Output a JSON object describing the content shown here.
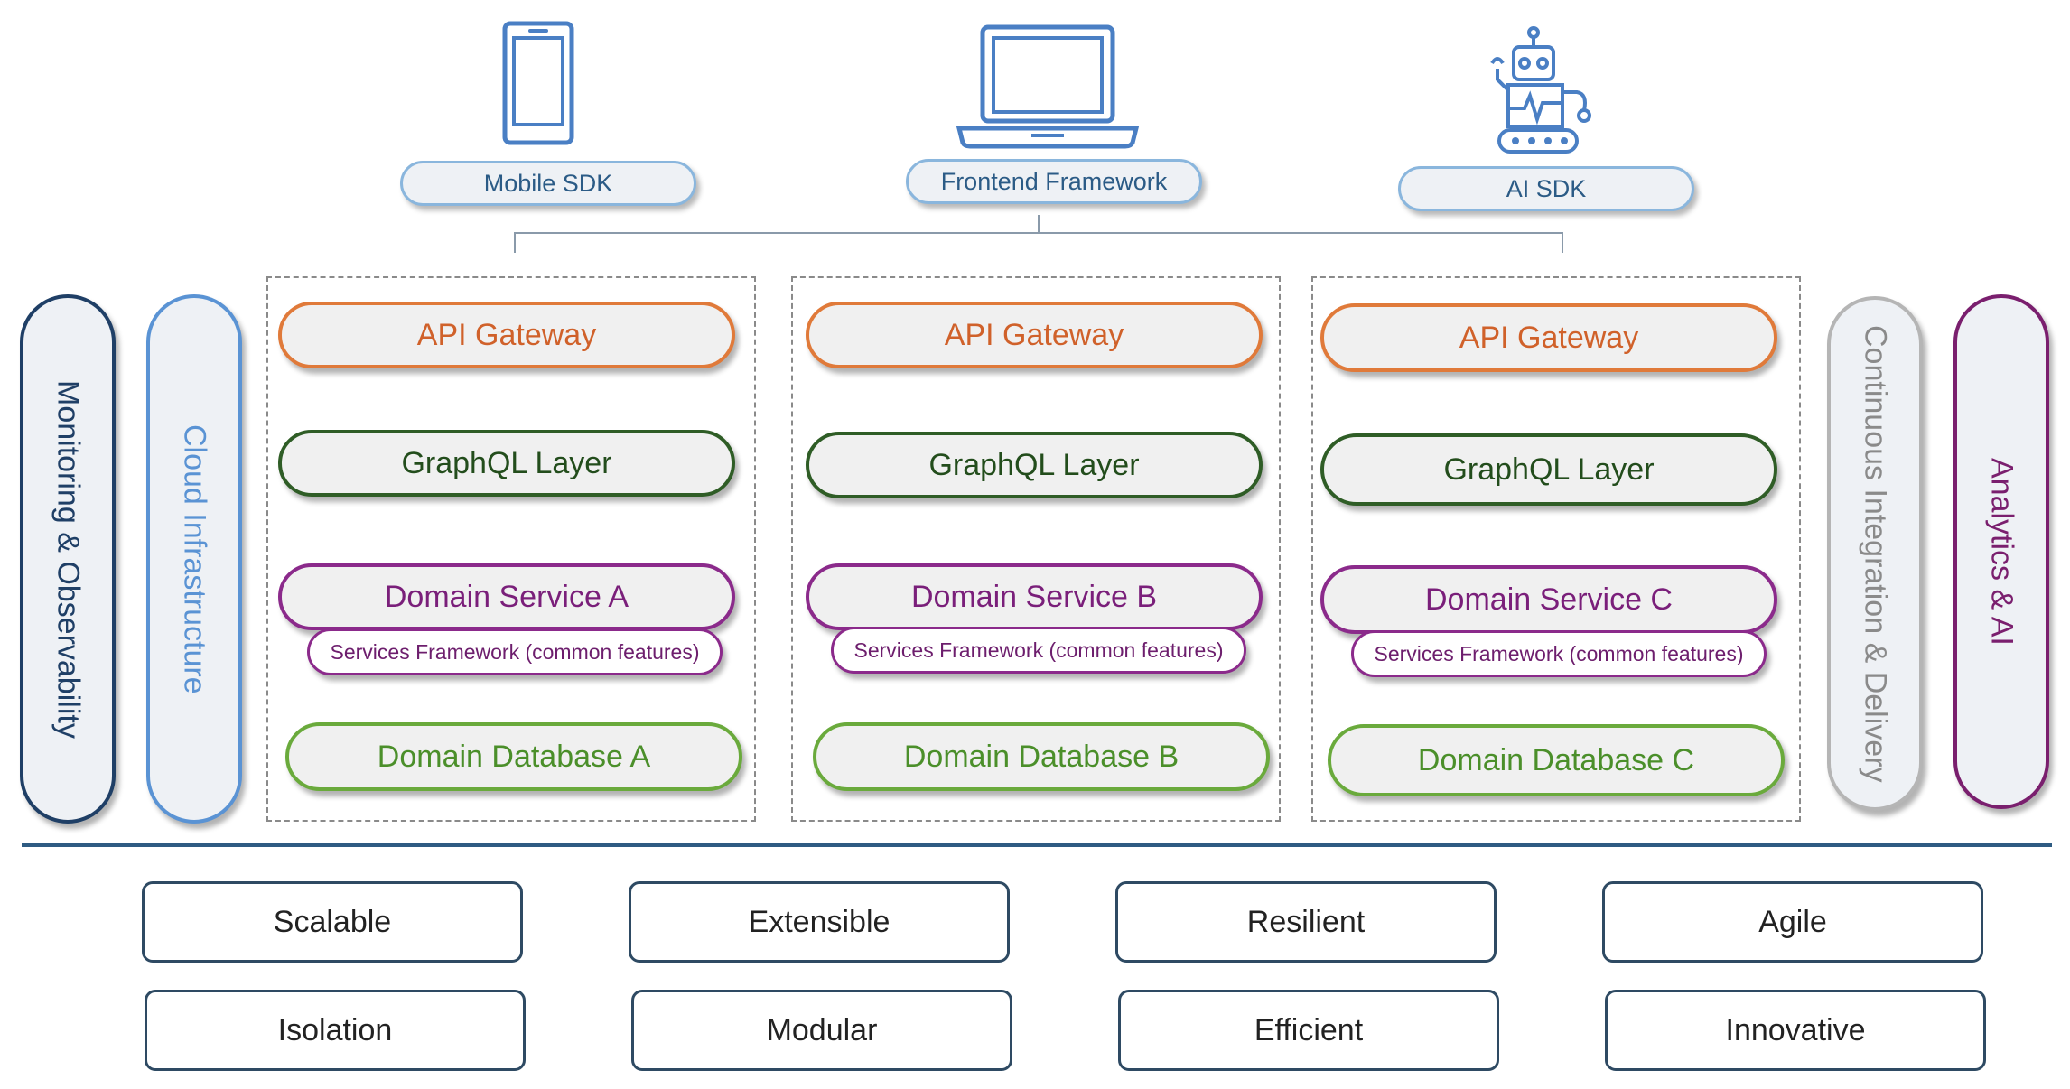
{
  "clients": [
    {
      "label": "Mobile SDK",
      "icon": "mobile-phone-icon"
    },
    {
      "label": "Frontend Framework",
      "icon": "laptop-icon"
    },
    {
      "label": "AI SDK",
      "icon": "robot-icon"
    }
  ],
  "side_left": [
    {
      "label": "Monitoring & Observability",
      "color": "#1f3f66"
    },
    {
      "label": "Cloud Infrastructure",
      "color": "#5a93d4"
    }
  ],
  "side_right": [
    {
      "label": "Continuous Integration & Delivery",
      "color": "#8a8a8a"
    },
    {
      "label": "Analytics & AI",
      "color": "#7a1f6e"
    }
  ],
  "domains": [
    {
      "api": "API Gateway",
      "graphql": "GraphQL Layer",
      "service": "Domain Service A",
      "framework": "Services Framework (common features)",
      "database": "Domain Database A"
    },
    {
      "api": "API Gateway",
      "graphql": "GraphQL Layer",
      "service": "Domain Service B",
      "framework": "Services Framework (common features)",
      "database": "Domain Database B"
    },
    {
      "api": "API Gateway",
      "graphql": "GraphQL Layer",
      "service": "Domain Service C",
      "framework": "Services Framework (common features)",
      "database": "Domain Database C"
    }
  ],
  "attributes": {
    "row1": [
      "Scalable",
      "Extensible",
      "Resilient",
      "Agile"
    ],
    "row2": [
      "Isolation",
      "Modular",
      "Efficient",
      "Innovative"
    ]
  },
  "colors": {
    "client_border": "#8ab6dd",
    "api": "#e07a3a",
    "graphql": "#2f5d26",
    "service": "#8b2a8b",
    "database": "#6aaa3c",
    "divider": "#2e5b82",
    "icon": "#4a7fc4"
  }
}
